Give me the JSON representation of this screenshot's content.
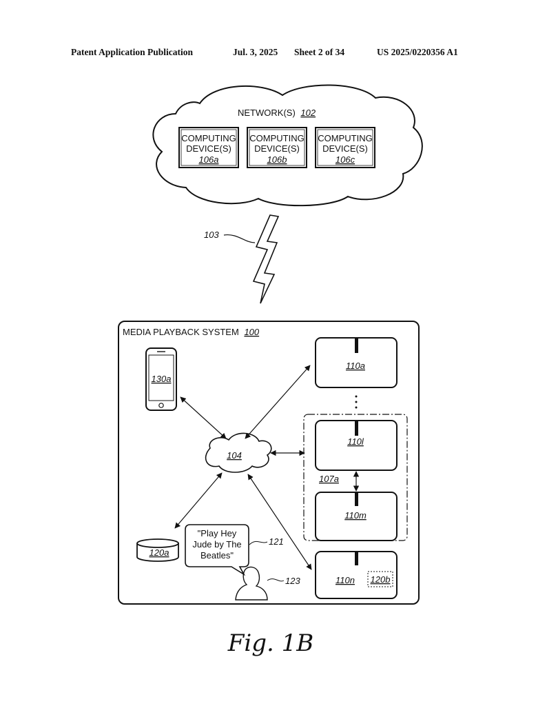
{
  "header": {
    "publication": "Patent Application Publication",
    "date": "Jul. 3, 2025",
    "sheet": "Sheet 2 of 34",
    "number": "US 2025/0220356 A1"
  },
  "network": {
    "label": "NETWORK(S)",
    "ref": "102",
    "devices": [
      {
        "line1": "COMPUTING",
        "line2": "DEVICE(S)",
        "ref": "106a"
      },
      {
        "line1": "COMPUTING",
        "line2": "DEVICE(S)",
        "ref": "106b"
      },
      {
        "line1": "COMPUTING",
        "line2": "DEVICE(S)",
        "ref": "106c"
      }
    ]
  },
  "link_ref": "103",
  "system": {
    "label": "MEDIA PLAYBACK SYSTEM",
    "ref": "100",
    "hub_ref": "104",
    "phone_ref": "130a",
    "nmd_ref": "120a",
    "group_ref": "107a",
    "players": {
      "a": "110a",
      "l": "110l",
      "m": "110m",
      "n": "110n"
    },
    "embedded_nmd_ref": "120b",
    "speech": {
      "line1": "\"Play Hey",
      "line2": "Jude by The",
      "line3": "Beatles\"",
      "ref": "121"
    },
    "user_ref": "123"
  },
  "figure_label": "Fig.  1B"
}
